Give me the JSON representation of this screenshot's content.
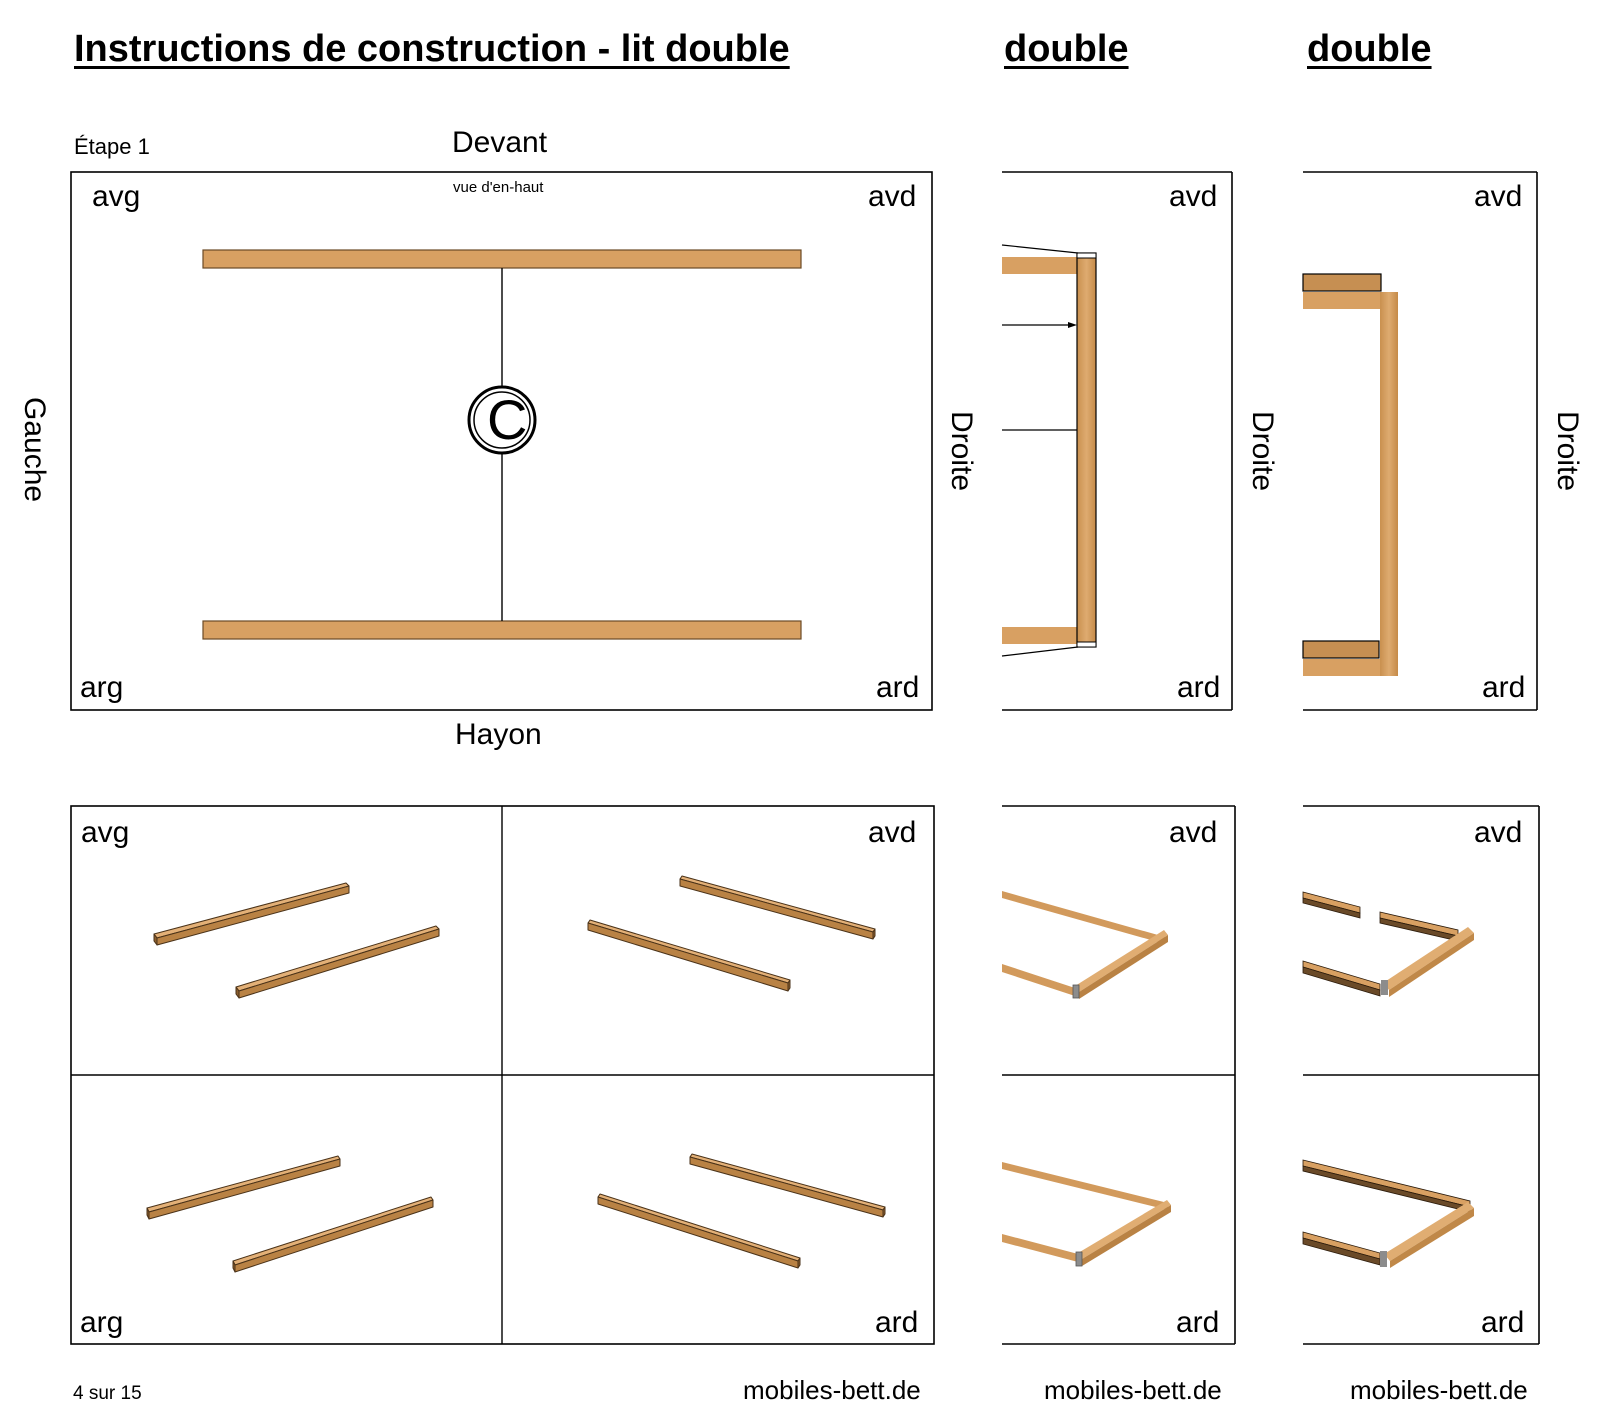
{
  "header": {
    "title": "Instructions de construction - lit double",
    "title_b": "double",
    "title_c": "double"
  },
  "top_view": {
    "step": "Étape 1",
    "front": "Devant",
    "view_label": "vue d'en-haut",
    "back": "Hayon",
    "left_side": "Gauche",
    "right_side": "Droite",
    "marker": "C",
    "corners": {
      "front_left": "avg",
      "front_right": "avd",
      "rear_left": "arg",
      "rear_right": "ard"
    }
  },
  "panel_b": {
    "right_side": "Droite",
    "top_right": "avd",
    "bottom_right": "ard"
  },
  "panel_c": {
    "right_side": "Droite",
    "top_right": "avd",
    "bottom_right": "ard"
  },
  "iso_views": {
    "top_left": "avg",
    "top_right": "avd",
    "bottom_left": "arg",
    "bottom_right": "ard"
  },
  "iso_b": {
    "top_right": "avd",
    "bottom_right": "ard"
  },
  "iso_c": {
    "top_right": "avd",
    "bottom_right": "ard"
  },
  "footer": {
    "page": "4 sur 15",
    "site_a": "mobiles-bett.de",
    "site_b": "mobiles-bett.de",
    "site_c": "mobiles-bett.de"
  },
  "colors": {
    "wood": "#d8a062",
    "wood_dark": "#b57a3e",
    "wood_top": "#e8bb82",
    "line": "#000000",
    "grey_bracket": "#8c8c8c"
  }
}
